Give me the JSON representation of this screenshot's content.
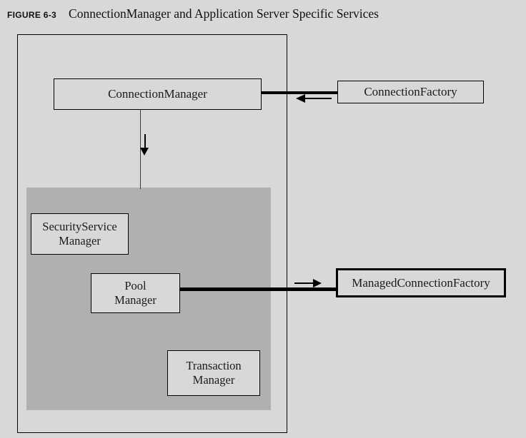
{
  "figure": {
    "label": "FIGURE 6-3",
    "title": "ConnectionManager and Application Server Specific Services"
  },
  "nodes": {
    "connection_manager": {
      "label": "ConnectionManager"
    },
    "connection_factory": {
      "label": "ConnectionFactory"
    },
    "managed_connection_factory": {
      "label": "ManagedConnectionFactory"
    },
    "security_service_manager": {
      "line1": "SecurityService",
      "line2": "Manager"
    },
    "pool_manager": {
      "line1": "Pool",
      "line2": "Manager"
    },
    "transaction_manager": {
      "line1": "Transaction",
      "line2": "Manager"
    }
  },
  "edges": [
    {
      "from": "ConnectionFactory",
      "to": "ConnectionManager",
      "style": "thick-line-with-thin-left-arrow"
    },
    {
      "from": "ConnectionManager",
      "to": "application-server-services-group",
      "style": "thin-line-with-down-arrow"
    },
    {
      "from": "PoolManager",
      "to": "ManagedConnectionFactory",
      "style": "thick-line-with-thin-right-arrow"
    }
  ],
  "colors": {
    "page_background": "#d8d8d8",
    "services_group_fill": "#b0b0b0",
    "node_fill": "#d8d8d8",
    "line": "#000000",
    "text": "#1a1a1a"
  }
}
